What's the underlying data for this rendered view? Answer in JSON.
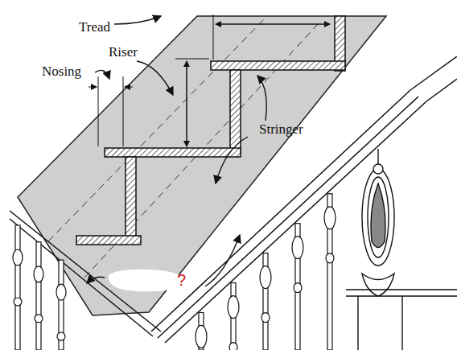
{
  "diagram": {
    "labels": [
      "Tread",
      "Riser",
      "Nosing",
      "Stringer",
      "?"
    ]
  }
}
